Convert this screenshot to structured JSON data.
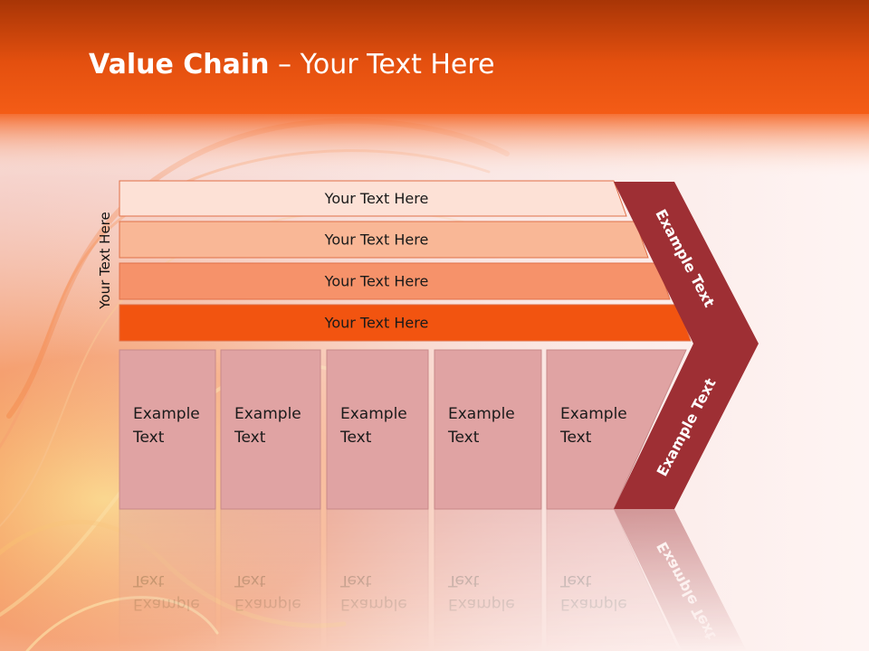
{
  "title": {
    "bold": "Value Chain",
    "rest": " – Your Text Here"
  },
  "side_label": "Your Text Here",
  "bars": [
    "Your Text Here",
    "Your Text Here",
    "Your Text Here",
    "Your Text Here"
  ],
  "columns": [
    [
      "Example",
      "Text"
    ],
    [
      "Example",
      "Text"
    ],
    [
      "Example",
      "Text"
    ],
    [
      "Example",
      "Text"
    ],
    [
      "Example",
      "Text"
    ]
  ],
  "arrow_labels": {
    "upper": "Example Text",
    "lower": "Example Text"
  },
  "colors": {
    "header_dark": "#b83a06",
    "header_light": "#f05a12",
    "bar1": "#fde1d6",
    "bar2": "#f9b796",
    "bar3": "#f6926a",
    "bar4": "#f25410",
    "column": "#e0a3a3",
    "arrow": "#9e2f34"
  }
}
